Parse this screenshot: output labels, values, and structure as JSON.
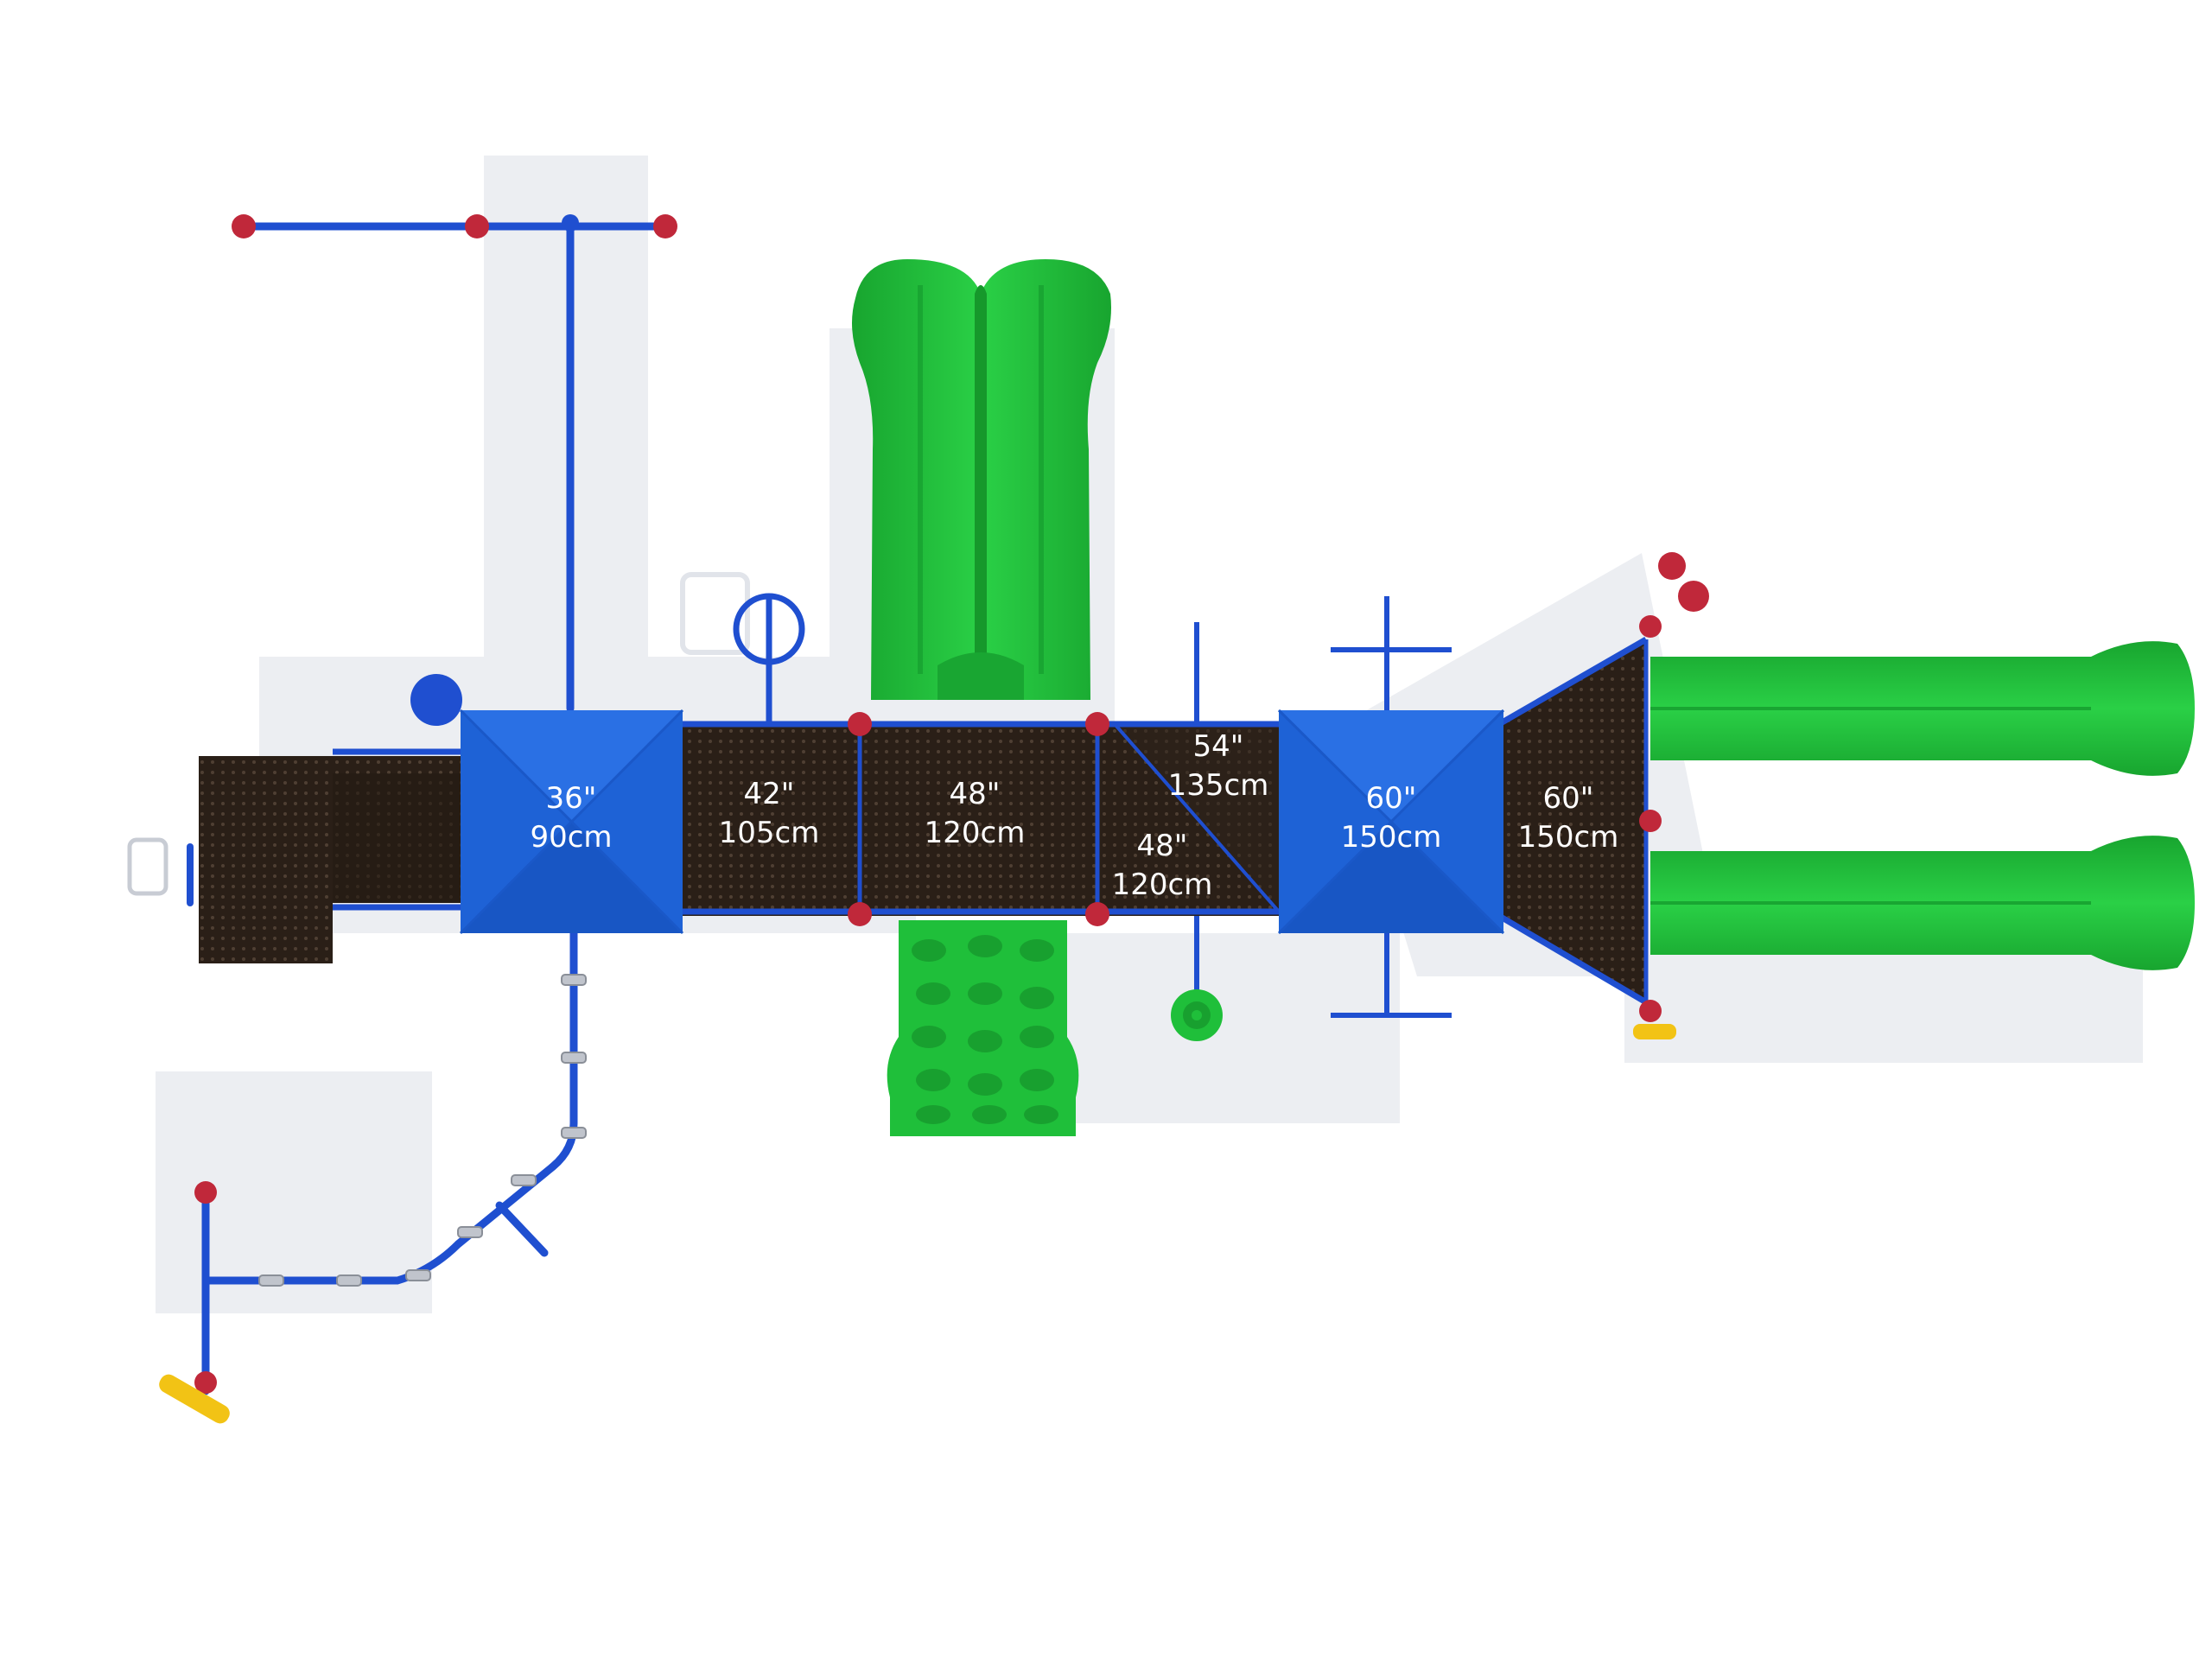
{
  "diagram": {
    "view": "top-down playground plan",
    "colors": {
      "deck": "#2a1f17",
      "deck_dots": "#5a4a3c",
      "roof_blue": "#1e62d6",
      "roof_blue_dark": "#154bb0",
      "post_blue": "#1f4fd0",
      "slide_green": "#1fbf3a",
      "slide_green_dark": "#119a27",
      "clamp_red": "#c0283a",
      "accent_yellow": "#f2c315",
      "shadow": "#e4e6ea"
    },
    "deck_heights": [
      {
        "id": "deck-1",
        "inches": "36\"",
        "cm": "90cm"
      },
      {
        "id": "deck-2",
        "inches": "42\"",
        "cm": "105cm"
      },
      {
        "id": "deck-3",
        "inches": "48\"",
        "cm": "120cm"
      },
      {
        "id": "deck-4a",
        "inches": "54\"",
        "cm": "135cm"
      },
      {
        "id": "deck-4b",
        "inches": "48\"",
        "cm": "120cm"
      },
      {
        "id": "deck-5",
        "inches": "60\"",
        "cm": "150cm"
      },
      {
        "id": "deck-6",
        "inches": "60\"",
        "cm": "150cm"
      }
    ],
    "components": [
      "roof-canopy",
      "wave-slide",
      "double-slide",
      "rock-climber",
      "horizontal-ladder",
      "steering-wheel",
      "spiral-climber"
    ]
  }
}
